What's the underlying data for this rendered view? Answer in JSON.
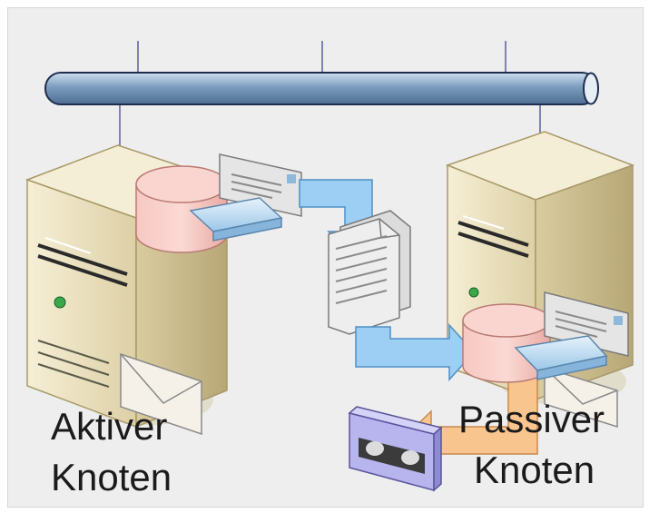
{
  "nodes": {
    "active": {
      "line1": "Aktiver",
      "line2": "Knoten"
    },
    "passive": {
      "line1": "Passiver",
      "line2": "Knoten"
    }
  },
  "colors": {
    "background": "#eeeeee",
    "network_bus": "#7f9fc0",
    "server_body": "#efe6c8",
    "database": "#f4c6bf",
    "arrow_blue": "#9dcff5",
    "arrow_orange": "#f9c58e",
    "tape": "#b8b4ee"
  }
}
